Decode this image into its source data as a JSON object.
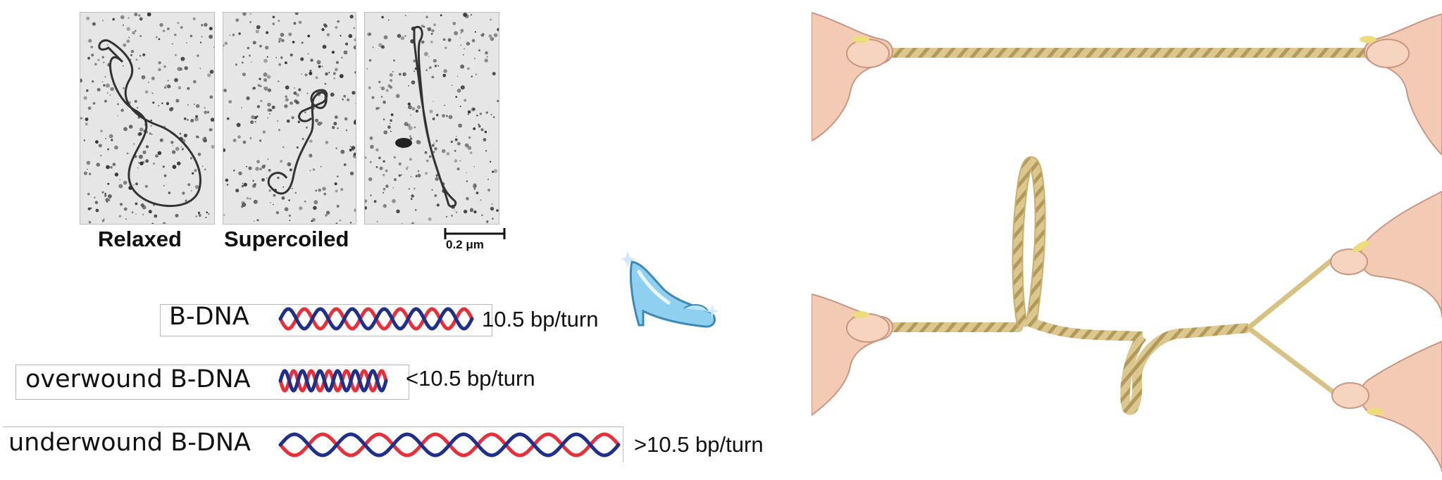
{
  "micrographs": {
    "labels": {
      "relaxed": "Relaxed",
      "supercoiled": "Supercoiled"
    },
    "scale_bar_label": "0.2 μm"
  },
  "dna_forms": [
    {
      "name": "B-DNA",
      "rate": "10.5 bp/turn"
    },
    {
      "name": "overwound B-DNA",
      "rate": "<10.5 bp/turn"
    },
    {
      "name": "underwound B-DNA",
      "rate": ">10.5 bp/turn"
    }
  ],
  "colors": {
    "strand_red": "#e8303a",
    "strand_blue": "#1f2f8c",
    "rope": "#d9c48a",
    "skin": "#f3cbb4",
    "slipper": "#7fc6ea"
  },
  "icons": [
    "glass-slipper-icon",
    "rope-illustration"
  ]
}
